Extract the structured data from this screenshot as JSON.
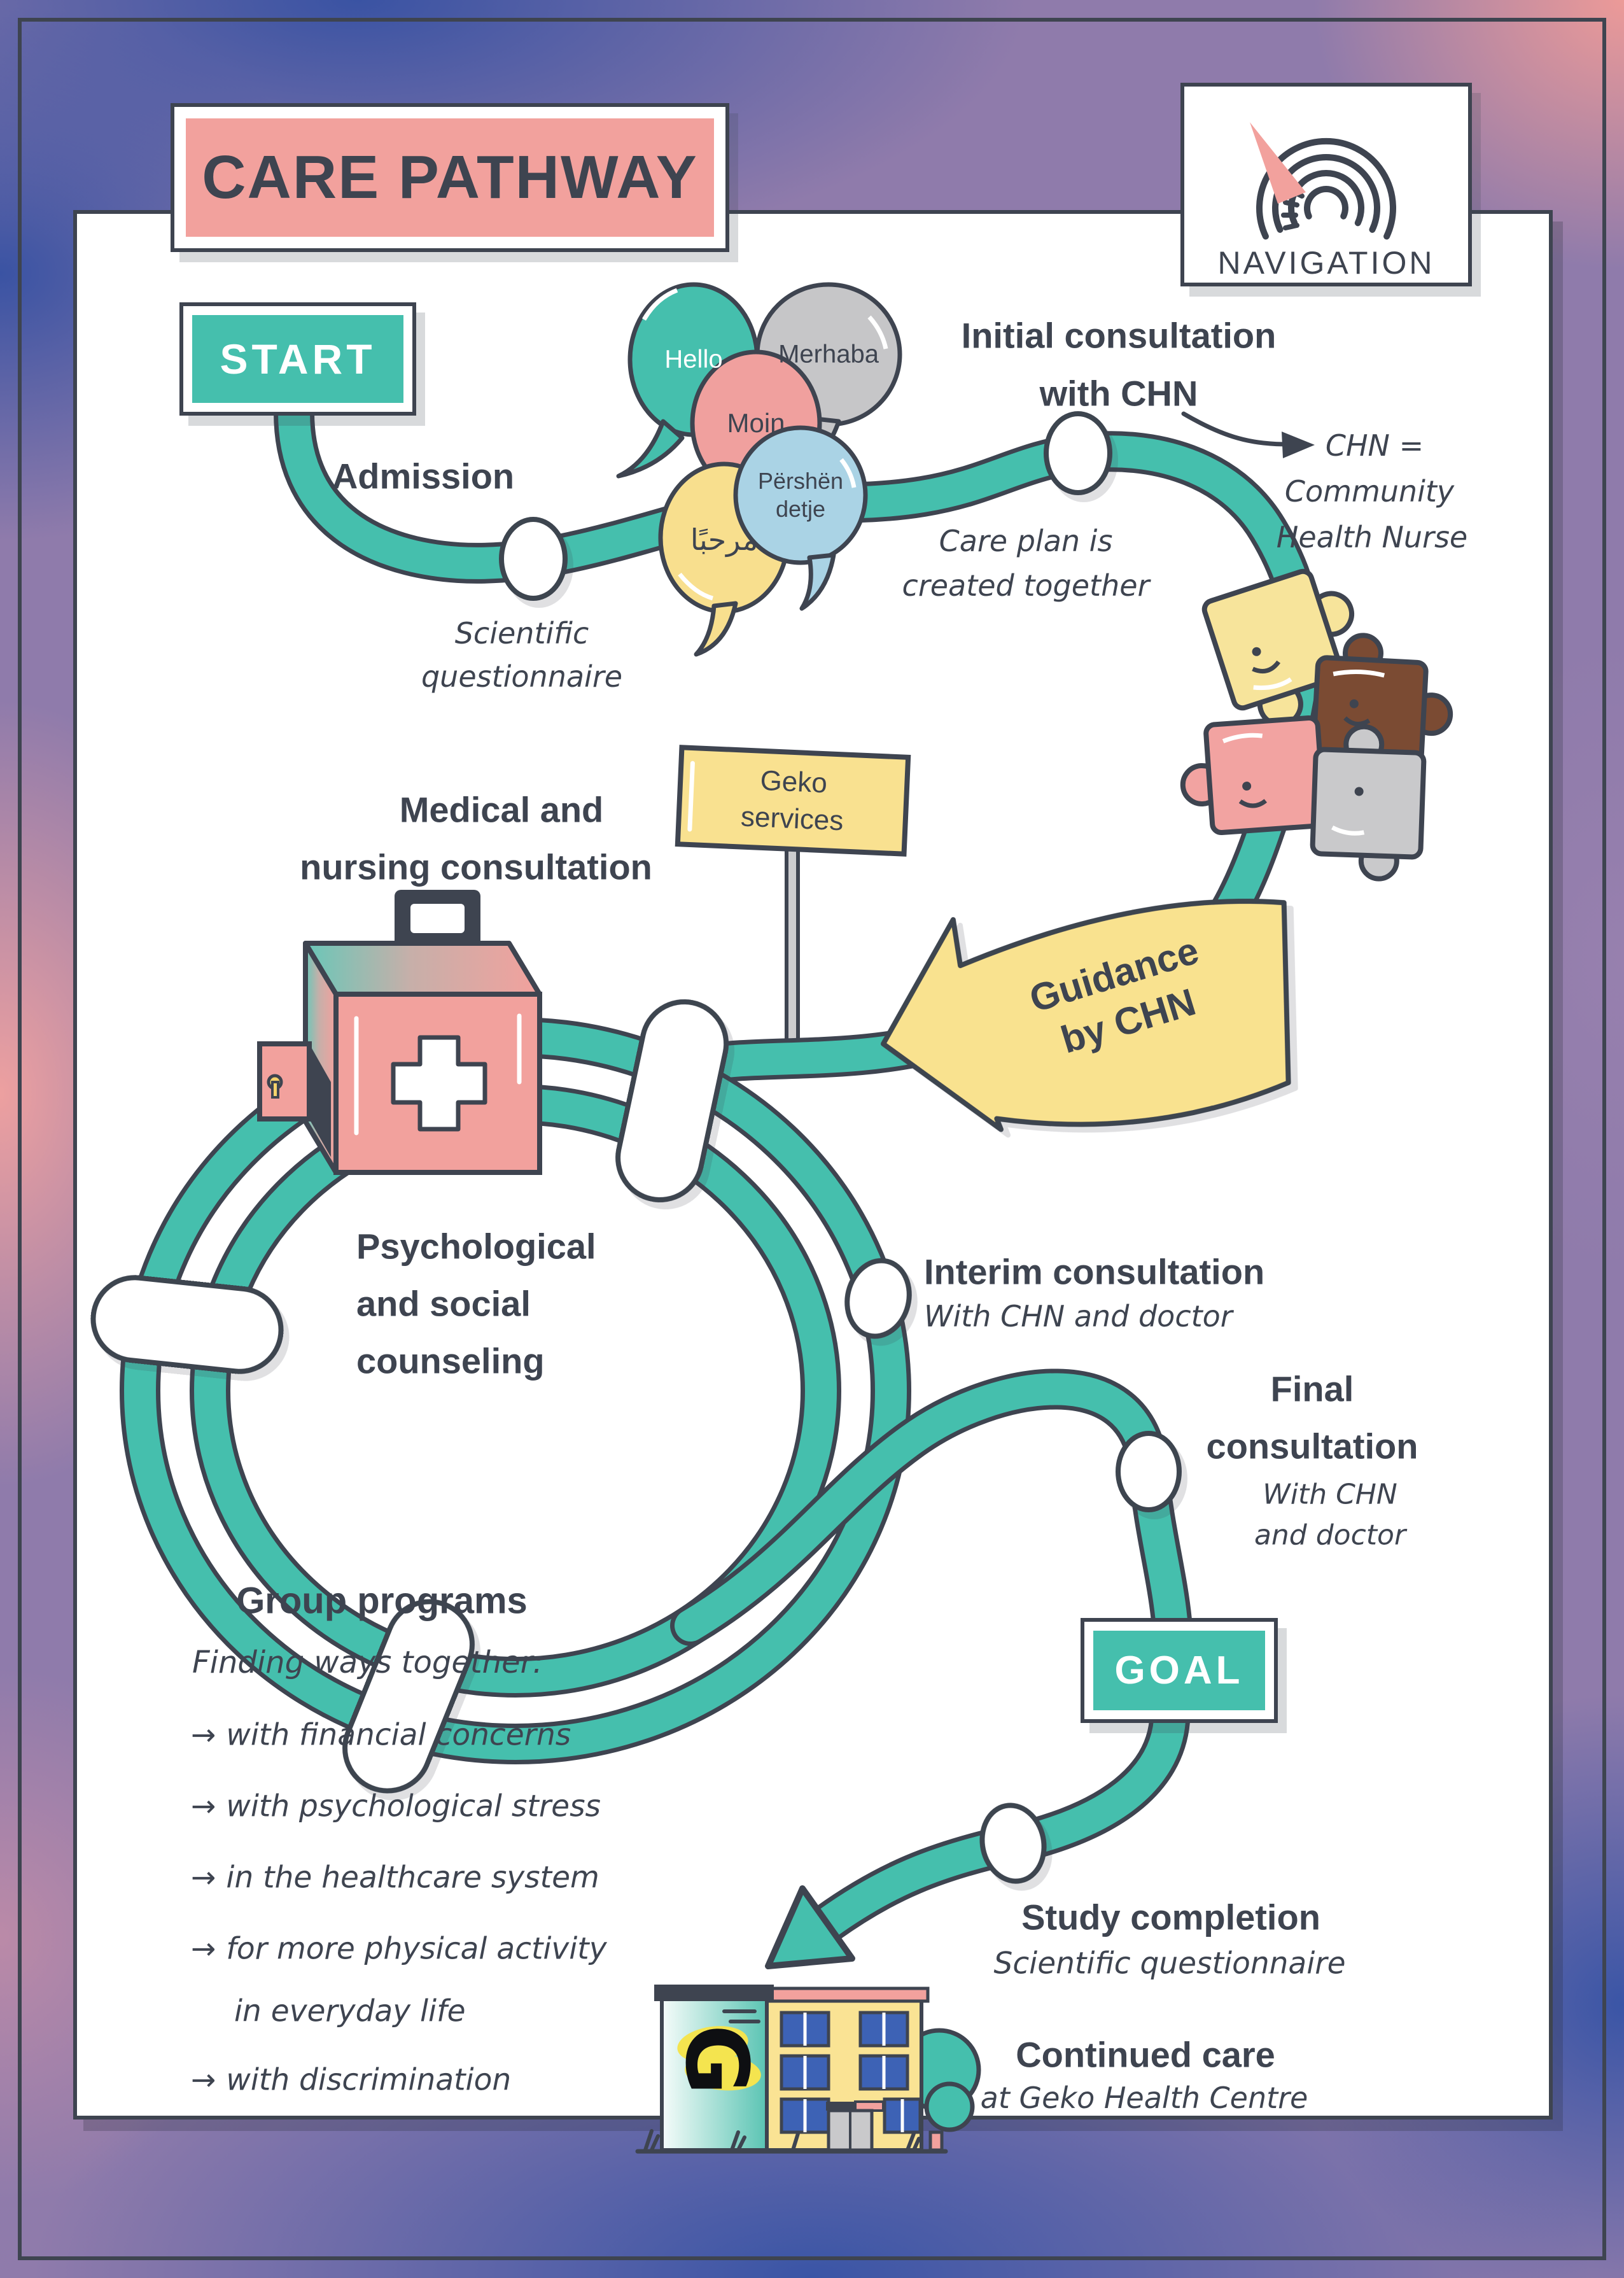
{
  "page": {
    "title": "CARE PATHWAY",
    "brand_label": "NAVIGATION"
  },
  "route": {
    "start_label": "START",
    "goal_label": "GOAL"
  },
  "greeting_bubbles": [
    {
      "text": "Hello"
    },
    {
      "text": "Merhaba"
    },
    {
      "text": "Moin"
    },
    {
      "lines": [
        "Përshën",
        "detje"
      ]
    },
    {
      "text": "مرحبًا"
    }
  ],
  "stations": {
    "admission": {
      "label": "Admission",
      "note_lines": [
        "Scientific",
        "questionnaire"
      ]
    },
    "initial_consultation": {
      "label_lines": [
        "Initial consultation",
        "with CHN"
      ],
      "note_lines": [
        "Care plan is",
        "created together"
      ],
      "abbreviation_lines": [
        "CHN =",
        "Community",
        "Health Nurse"
      ]
    },
    "medical": {
      "label_lines": [
        "Medical and",
        "nursing consultation"
      ]
    },
    "psychological": {
      "label_lines": [
        "Psychological",
        "and social",
        "counseling"
      ]
    },
    "interim": {
      "label": "Interim consultation",
      "note": "With CHN and doctor"
    },
    "final": {
      "label_lines": [
        "Final",
        "consultation"
      ],
      "note_lines": [
        "With CHN",
        "and doctor"
      ]
    },
    "study_completion": {
      "label": "Study completion",
      "note": "Scientific questionnaire"
    },
    "continued_care": {
      "label": "Continued care",
      "note": "at Geko Health Centre"
    }
  },
  "guidance_arrow": {
    "label_lines": [
      "Guidance",
      "by CHN"
    ]
  },
  "geko_sign": {
    "label_lines": [
      "Geko",
      "services"
    ]
  },
  "building": {
    "logo": "G"
  },
  "group_programs": {
    "title": "Group programs",
    "subtitle": "Finding ways together:",
    "arrow_glyph": "→",
    "items": [
      {
        "text": "with financial concerns"
      },
      {
        "text": "with psychological stress"
      },
      {
        "text": "in the healthcare system"
      },
      {
        "text": "for more physical activity",
        "cont": "in everyday life"
      },
      {
        "text": "with discrimination"
      }
    ]
  },
  "colors": {
    "ink": "#3E4450",
    "teal": "#45BFAD",
    "pink": "#F2A19D",
    "yellow": "#F8E192",
    "gray_bubble": "#C6C6C8",
    "blue_bubble": "#AAD3E5",
    "brown": "#7B4B33",
    "panel": "#FFFFFF",
    "border_blue": "#3A53A3",
    "border_pink": "#EC9D9B",
    "border_purple": "#8F7BAB"
  }
}
